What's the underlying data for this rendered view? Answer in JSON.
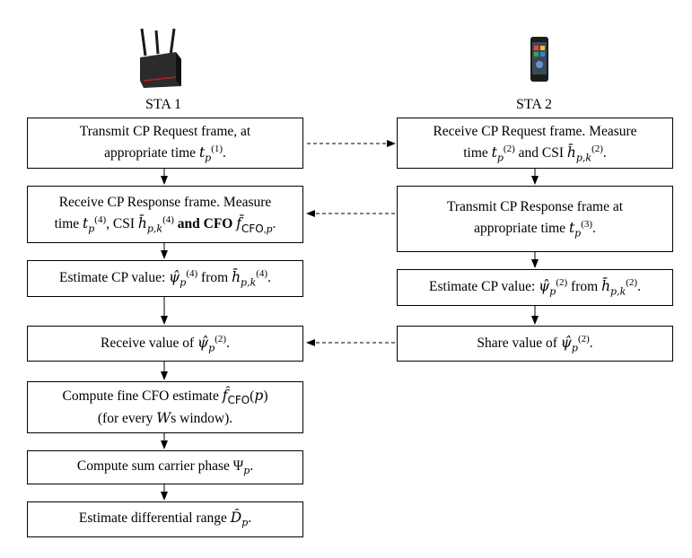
{
  "labels": {
    "sta1": "STA 1",
    "sta2": "STA 2"
  },
  "icons": {
    "router": "wifi-router",
    "phone": "smartphone"
  },
  "boxes": {
    "sta1_transmit": {
      "line1": "Transmit CP Request frame, at",
      "line2": "appropriate time"
    },
    "sta2_receive": {
      "line1": "Receive CP Request frame. Measure",
      "line2a": "time",
      "line2b": "and CSI"
    },
    "sta1_receive": {
      "line1": "Receive CP Response frame. Measure",
      "line2a": "time",
      "line2b": ", CSI",
      "line2c": "and CFO"
    },
    "sta2_transmit": {
      "line1": "Transmit CP Response frame at",
      "line2": "appropriate time"
    },
    "sta1_estimate": {
      "a": "Estimate CP value:",
      "b": "from"
    },
    "sta2_estimate": {
      "a": "Estimate CP value:",
      "b": "from"
    },
    "sta1_value": {
      "a": "Receive value of"
    },
    "sta2_value": {
      "a": "Share value of"
    },
    "cfo": {
      "line1": "Compute fine CFO estimate",
      "line2a": "(for every",
      "line2b": "s window)."
    },
    "sum_phase": {
      "a": "Compute sum carrier phase"
    },
    "range": {
      "a": "Estimate differential range"
    }
  }
}
